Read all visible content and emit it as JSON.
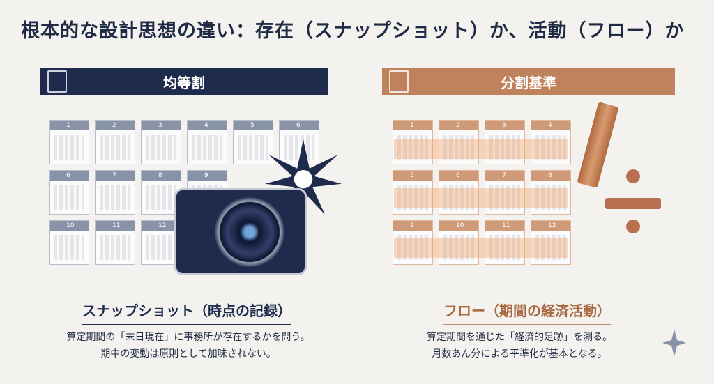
{
  "title": "根本的な設計思想の違い：存在（スナップショット）か、活動（フロー）か",
  "left": {
    "header": "均等割",
    "months_row1": [
      "1",
      "2",
      "3",
      "4",
      "5",
      "6"
    ],
    "months_row2": [
      "6",
      "7",
      "8",
      "9"
    ],
    "months_row3": [
      "10",
      "11",
      "12"
    ],
    "subtitle": "スナップショット（時点の記録）",
    "desc1": "算定期間の「末日現在」に事務所が存在するかを問う。",
    "desc2": "期中の変動は原則として加味されない。"
  },
  "right": {
    "header": "分割基準",
    "months": [
      "1",
      "2",
      "3",
      "4",
      "5",
      "6",
      "7",
      "8",
      "9",
      "10",
      "11",
      "12"
    ],
    "subtitle": "フロー（期間の経済活動）",
    "desc1": "算定期間を通じた「経済的足跡」を測る。",
    "desc2": "月数あん分による平準化が基本となる。"
  },
  "colors": {
    "navy": "#1e2b4d",
    "copper": "#c0825c"
  }
}
